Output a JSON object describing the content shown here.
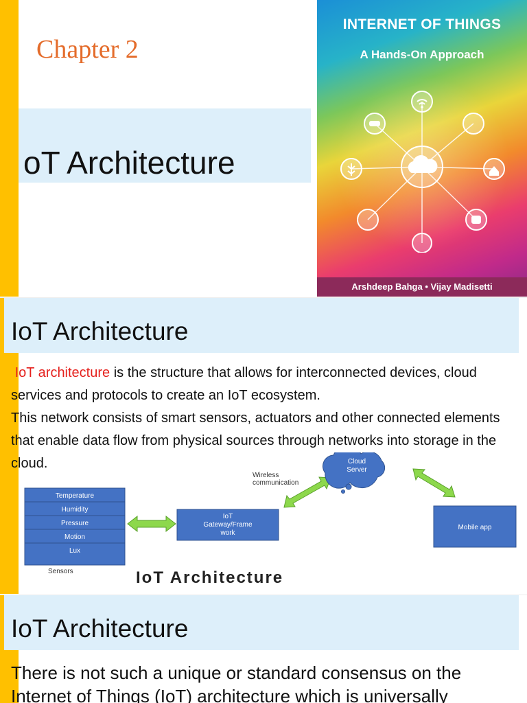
{
  "slide1": {
    "chapter": "Chapter 2",
    "title": "oT Architecture",
    "book": {
      "title": "INTERNET OF THINGS",
      "subtitle": "A Hands-On Approach",
      "authors": "Arshdeep Bahga • Vijay Madisetti"
    }
  },
  "slide2": {
    "title": "IoT Architecture",
    "paragraph1_highlight": "IoT architecture",
    "paragraph1_rest": " is the structure that allows for interconnected devices, cloud services and protocols to create an IoT ecosystem.",
    "paragraph2": "This network consists of smart sensors, actuators and other connected elements that enable data flow from physical sources through networks into storage in the cloud.",
    "diagram": {
      "sensors": [
        "Temperature",
        "Humidity",
        "Pressure",
        "Motion",
        "Lux"
      ],
      "sensors_label": "Sensors",
      "gateway_line1": "IoT",
      "gateway_line2": "Gateway/Frame",
      "gateway_line3": "work",
      "cloud_line1": "Cloud",
      "cloud_line2": "Server",
      "wireless_line1": "Wireless",
      "wireless_line2": "communication",
      "mobile": "Mobile app",
      "caption": "IoT Architecture"
    }
  },
  "slide3": {
    "title": "IoT Architecture",
    "paragraph": "There is not such a unique or standard consensus on the Internet of Things (IoT) architecture which is universally"
  },
  "colors": {
    "accent_bar": "#ffc000",
    "title_band": "#ddeffa",
    "chapter_text": "#e46c2b",
    "highlight_text": "#e5211d",
    "diagram_box": "#4472c4",
    "diagram_arrow": "#8dd84c"
  }
}
